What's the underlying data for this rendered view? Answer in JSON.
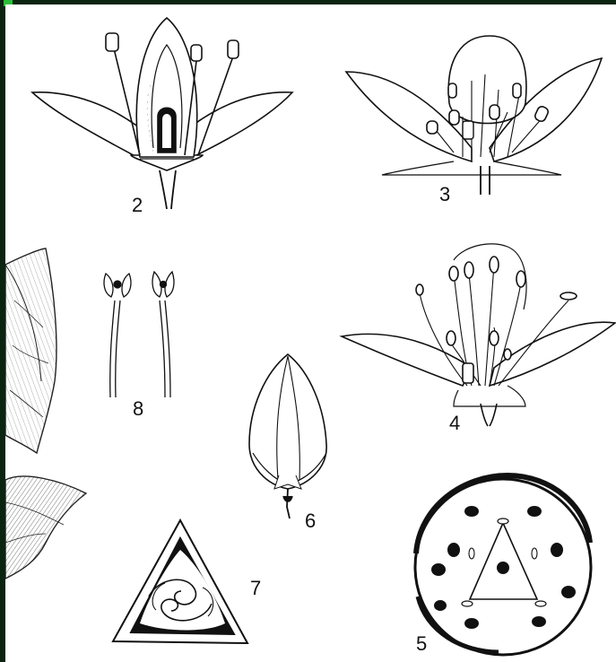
{
  "figure": {
    "labels": {
      "fig2": "2",
      "fig3": "3",
      "fig4": "4",
      "fig5": "5",
      "fig6": "6",
      "fig7": "7",
      "fig8": "8"
    }
  }
}
